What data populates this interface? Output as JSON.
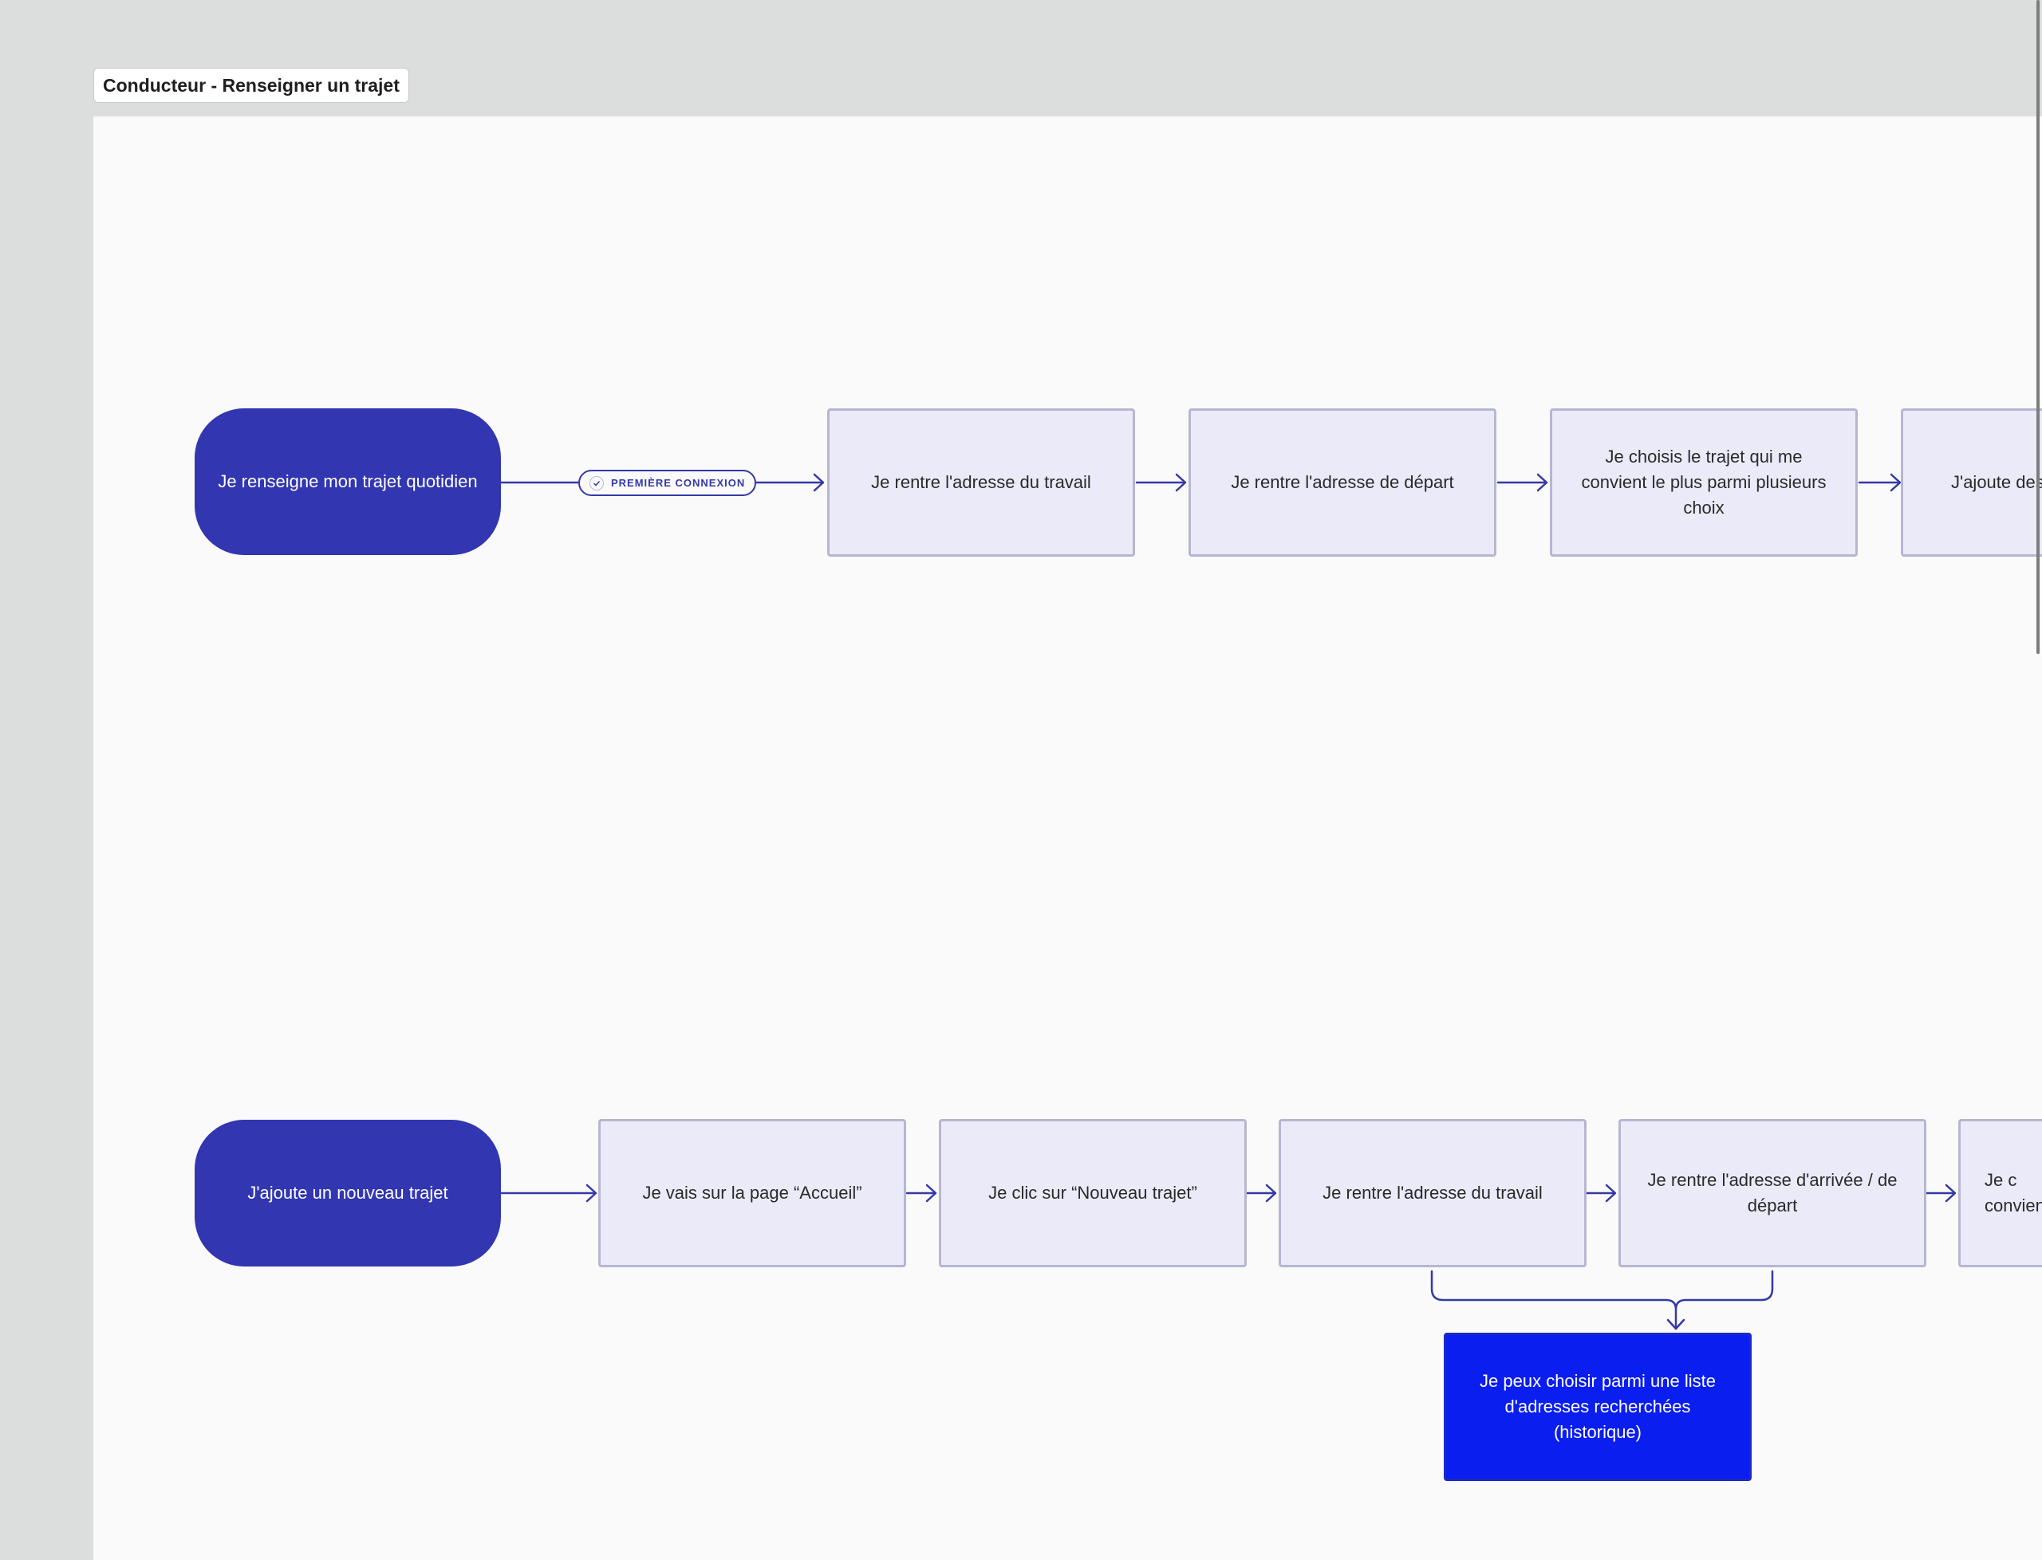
{
  "frame": {
    "title": "Conducteur - Renseigner un trajet"
  },
  "flow_1": {
    "start": "Je renseigne mon trajet quotidien",
    "condition_label": "PREMIÈRE CONNEXION",
    "steps": [
      "Je rentre l'adresse du travail",
      "Je rentre l'adresse de départ",
      "Je choisis le trajet qui me convient le plus parmi plusieurs choix",
      "J'ajoute des"
    ]
  },
  "flow_2": {
    "start": "J'ajoute un nouveau trajet",
    "steps": [
      "Je vais sur la page “Accueil”",
      "Je clic sur “Nouveau trajet”",
      "Je rentre l'adresse du travail",
      "Je rentre l'adresse d'arrivée / de départ",
      "Je c\nconvien"
    ],
    "note": "Je peux choisir parmi une liste d'adresses recherchées (historique)"
  },
  "colors": {
    "background": "#dcdddd",
    "canvas": "#fafafa",
    "terminal": "#3236b0",
    "step_fill": "#ebeaf8",
    "step_border": "#b7b6d2",
    "note_fill": "#0a1ef0",
    "connector": "#3438a8"
  },
  "icons": {
    "condition": "check-icon",
    "connector_end": "arrow-right-icon"
  }
}
